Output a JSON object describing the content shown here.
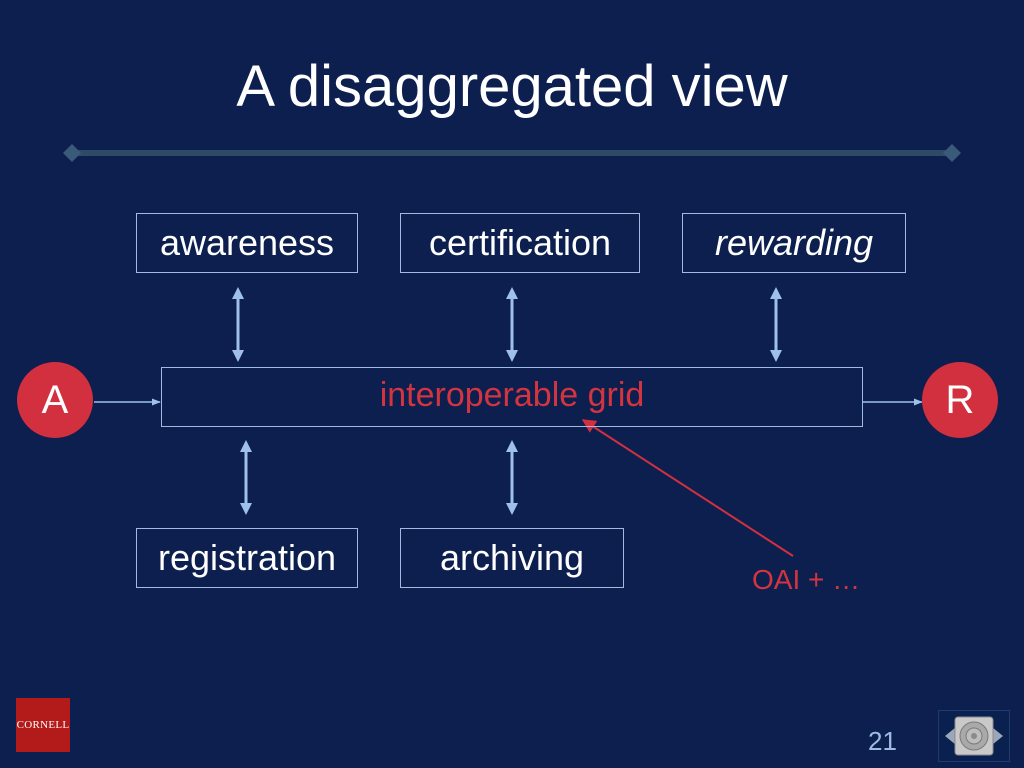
{
  "slide": {
    "title": "A disaggregated view",
    "page_number": "21"
  },
  "diagram": {
    "top_boxes": [
      "awareness",
      "certification",
      "rewarding"
    ],
    "center_box": "interoperable grid",
    "bottom_boxes": [
      "registration",
      "archiving"
    ],
    "left_node": "A",
    "right_node": "R",
    "annotation": "OAI + …"
  },
  "logo": {
    "text": "CORNELL"
  },
  "colors": {
    "background": "#0c1f4f",
    "box_border": "#9fbbe0",
    "accent_red": "#d2303f",
    "arrow_blue": "#9fc0ea"
  },
  "icons": {
    "sound_button": "speaker-icon"
  }
}
